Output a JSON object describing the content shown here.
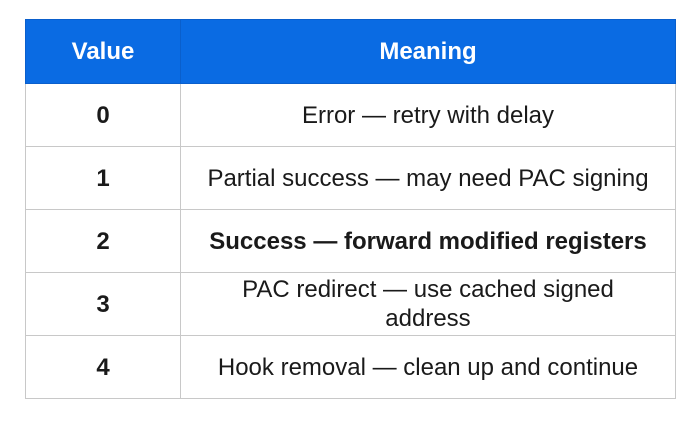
{
  "table": {
    "header_color": "#0a6be3",
    "columns": [
      "Value",
      "Meaning"
    ],
    "rows": [
      {
        "value": "0",
        "meaning": "Error — retry with delay",
        "emphasis": false
      },
      {
        "value": "1",
        "meaning": "Partial success — may need PAC signing",
        "emphasis": false
      },
      {
        "value": "2",
        "meaning": "Success — forward modified registers",
        "emphasis": true
      },
      {
        "value": "3",
        "meaning": "PAC redirect — use cached signed address",
        "emphasis": false
      },
      {
        "value": "4",
        "meaning": "Hook removal — clean up and continue",
        "emphasis": false
      }
    ]
  }
}
